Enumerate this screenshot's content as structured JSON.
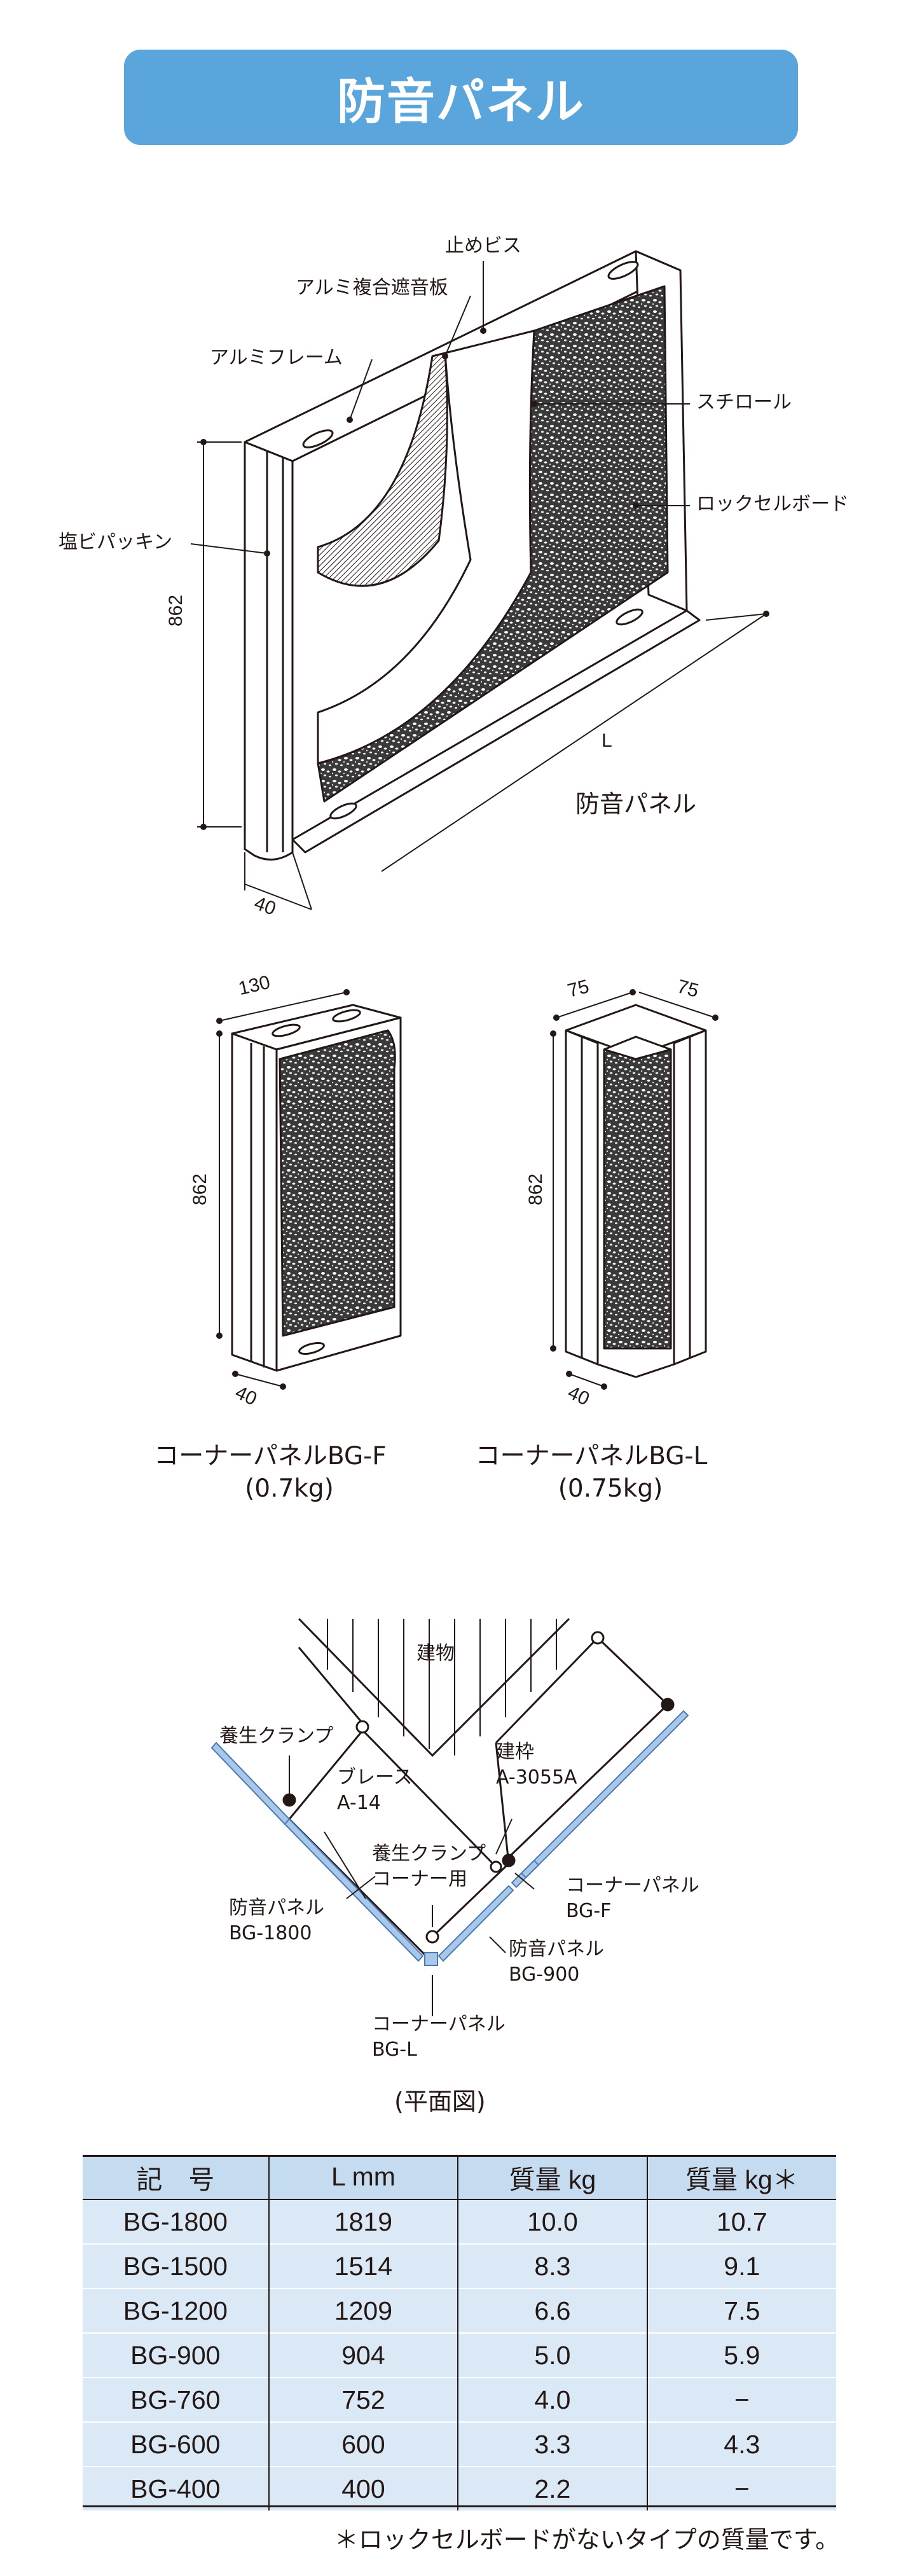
{
  "title": "防音パネル",
  "main_diagram": {
    "labels": {
      "stop_screw": "止めビス",
      "alum_composite": "アルミ複合遮音板",
      "alum_frame": "アルミフレーム",
      "styrol": "スチロール",
      "pvc_packing": "塩ビパッキン",
      "rockcell_board": "ロックセルボード",
      "dim_height": "862",
      "dim_L": "L",
      "dim_depth": "40",
      "panel_name": "防音パネル"
    }
  },
  "corner_f": {
    "dim_width": "130",
    "dim_height": "862",
    "dim_depth": "40",
    "name": "コーナーパネルBG-F",
    "weight": "(0.7kg)"
  },
  "corner_l": {
    "dim_w1": "75",
    "dim_w2": "75",
    "dim_height": "862",
    "dim_depth": "40",
    "name": "コーナーパネルBG-L",
    "weight": "(0.75kg)"
  },
  "plan": {
    "building": "建物",
    "curing_clamp": "養生クランプ",
    "brace": "ブレース",
    "brace_code": "A-14",
    "building_frame": "建枠",
    "building_frame_code": "A-3055A",
    "clamp_corner_1": "養生クランプ",
    "clamp_corner_2": "コーナー用",
    "corner_f_label": "コーナーパネル",
    "corner_f_code": "BG-F",
    "panel_1800": "防音パネル",
    "panel_1800_code": "BG-1800",
    "panel_900": "防音パネル",
    "panel_900_code": "BG-900",
    "corner_l_label": "コーナーパネル",
    "corner_l_code": "BG-L",
    "caption": "(平面図)"
  },
  "table": {
    "headers": [
      "記　号",
      "L mm",
      "質量 kg",
      "質量 kg＊"
    ],
    "rows": [
      [
        "BG-1800",
        "1819",
        "10.0",
        "10.7"
      ],
      [
        "BG-1500",
        "1514",
        "8.3",
        "9.1"
      ],
      [
        "BG-1200",
        "1209",
        "6.6",
        "7.5"
      ],
      [
        "BG-900",
        "904",
        "5.0",
        "5.9"
      ],
      [
        "BG-760",
        "752",
        "4.0",
        "−"
      ],
      [
        "BG-600",
        "600",
        "3.3",
        "4.3"
      ],
      [
        "BG-400",
        "400",
        "2.2",
        "−"
      ]
    ]
  },
  "footnote": "＊ロックセルボードがないタイプの質量です。",
  "colors": {
    "banner": "#5aa5dc",
    "table_header": "#c5dcf0",
    "table_row": "#dbe9f6",
    "panel_blue": "#a9c8e8"
  }
}
